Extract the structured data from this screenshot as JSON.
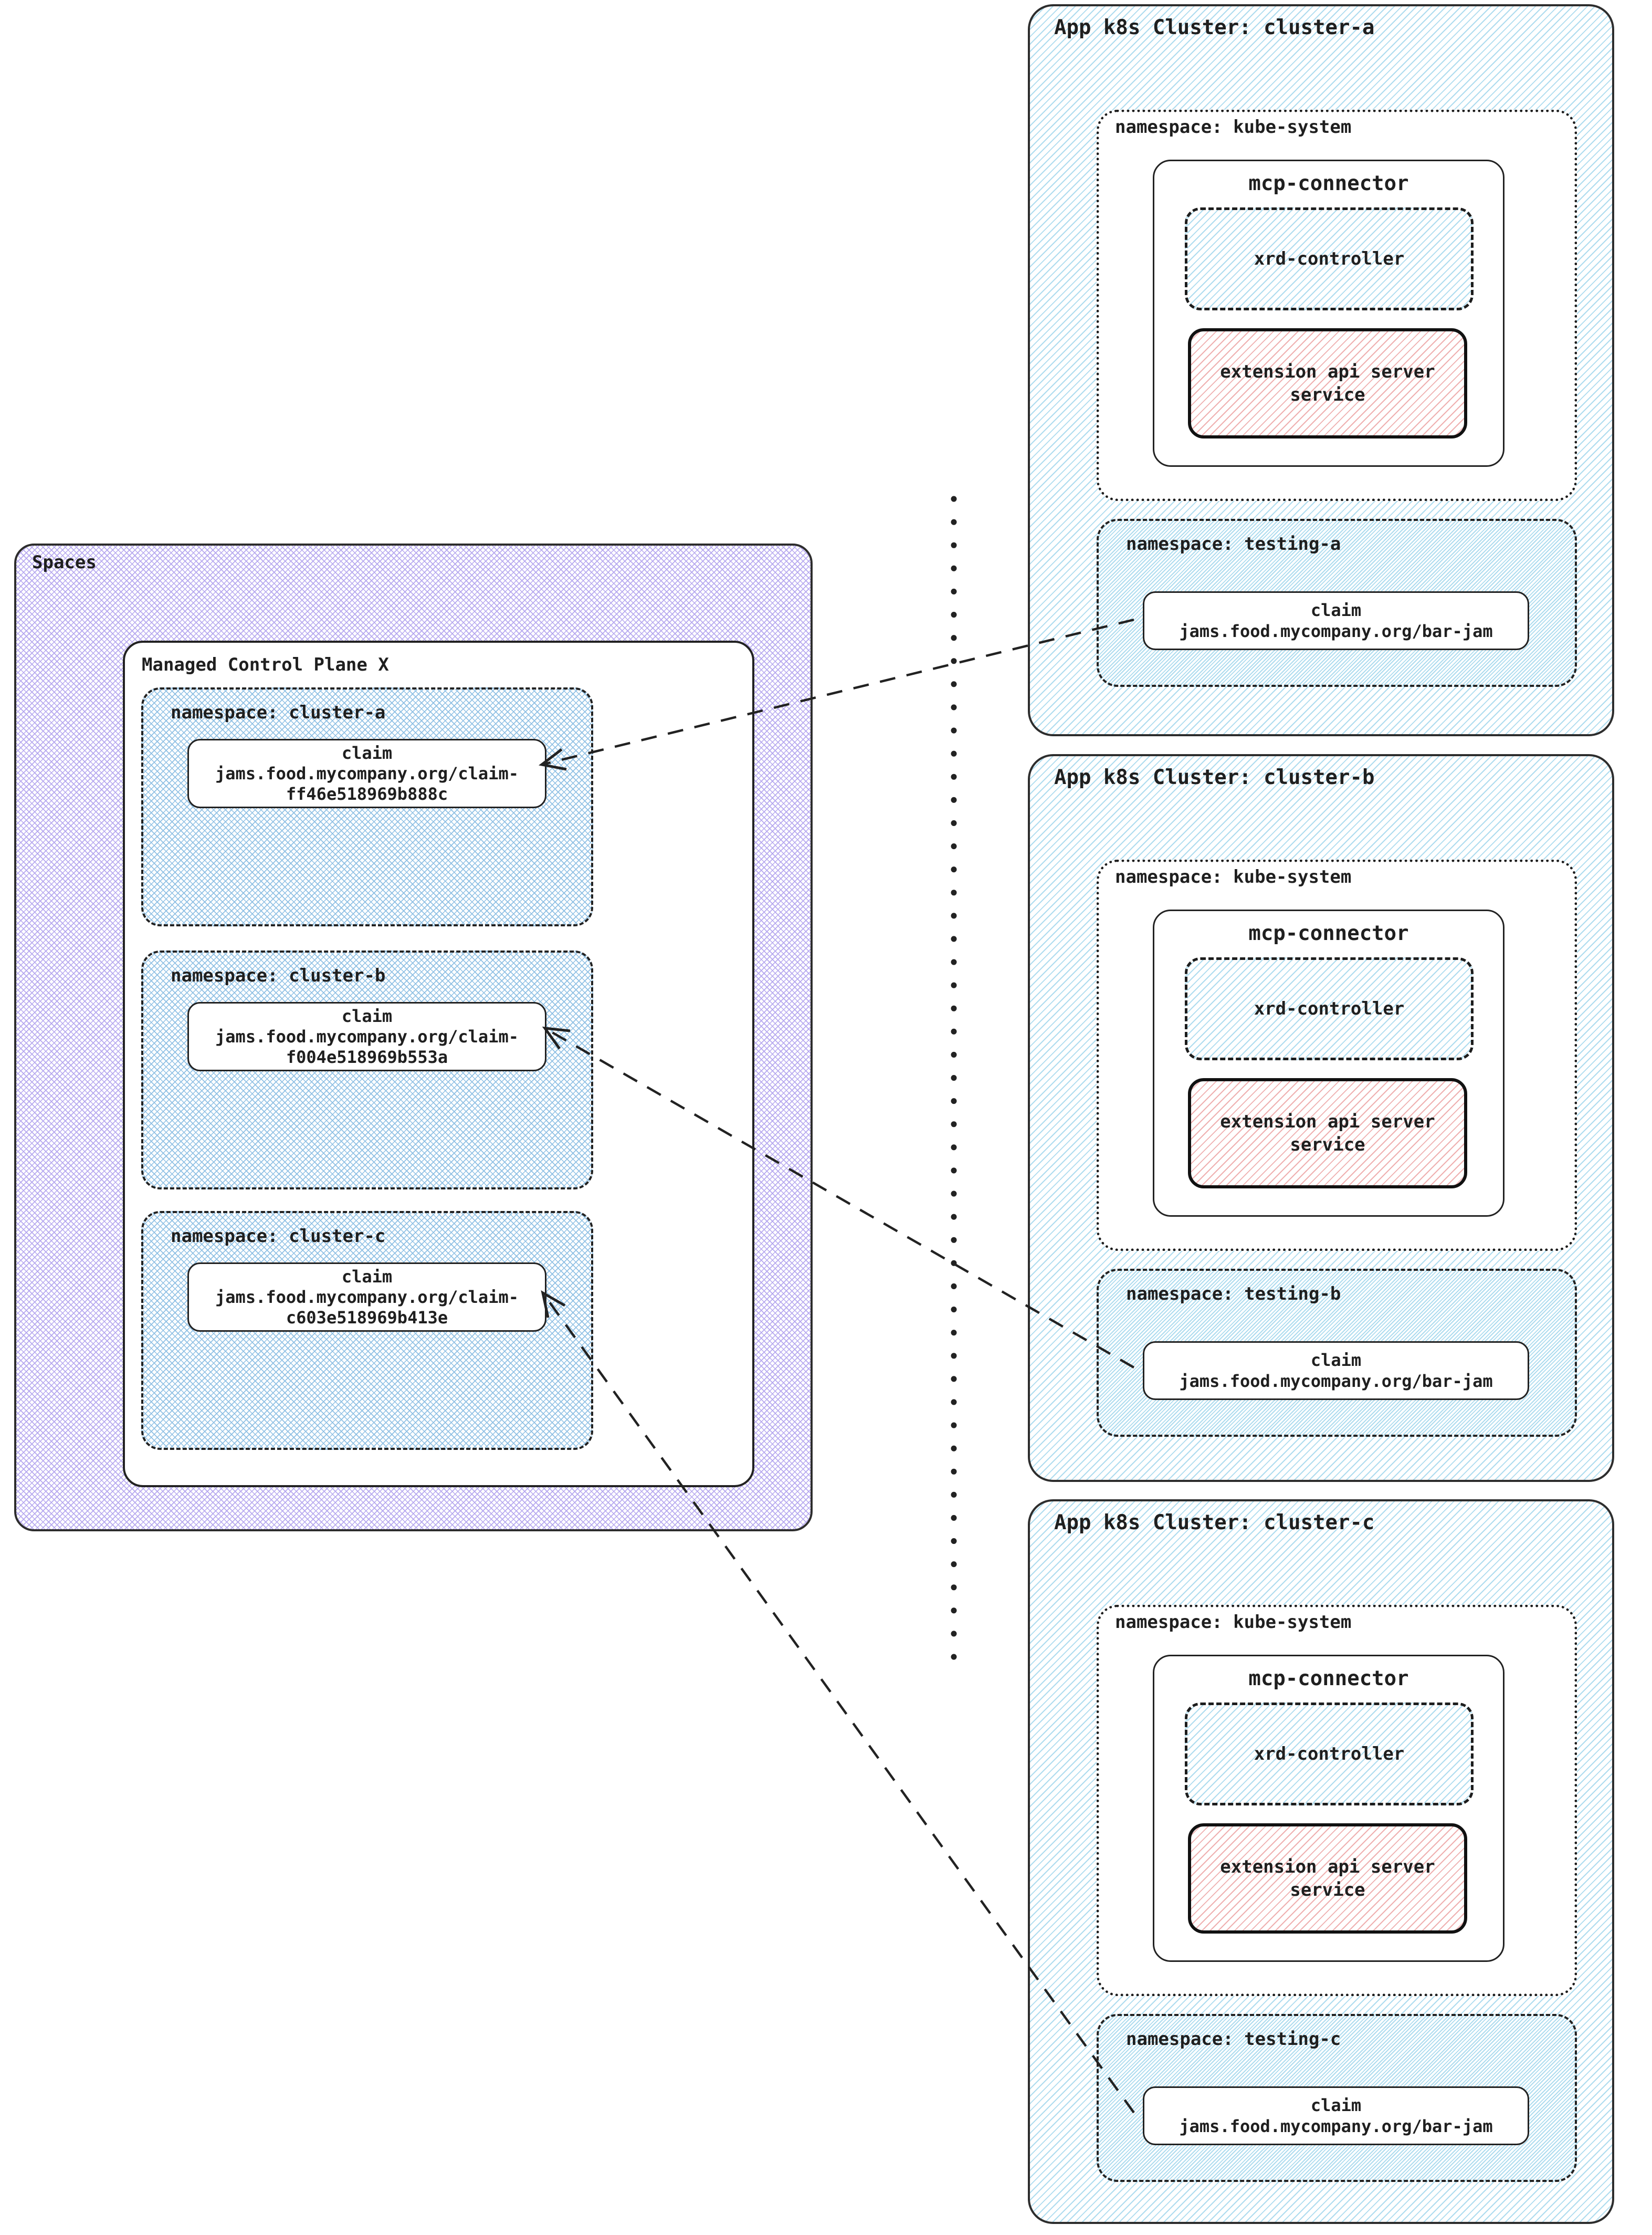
{
  "colors": {
    "ink": "#1f1f1f",
    "cluster_hatch": "#aedcef",
    "namespace_hatch": "#8fc0e4",
    "spaces_hatch": "#b6a8ef",
    "extension_hatch": "#efb0b0"
  },
  "spaces": {
    "label": "Spaces",
    "control_plane": {
      "title": "Managed Control Plane X",
      "namespaces": [
        {
          "label": "namespace: cluster-a",
          "claim": {
            "lines": [
              "claim",
              "jams.food.mycompany.org/claim-",
              "ff46e518969b888c"
            ]
          }
        },
        {
          "label": "namespace: cluster-b",
          "claim": {
            "lines": [
              "claim",
              "jams.food.mycompany.org/claim-",
              "f004e518969b553a"
            ]
          }
        },
        {
          "label": "namespace: cluster-c",
          "claim": {
            "lines": [
              "claim",
              "jams.food.mycompany.org/claim-",
              "c603e518969b413e"
            ]
          }
        }
      ]
    }
  },
  "clusters": [
    {
      "title": "App k8s Cluster: cluster-a",
      "kube_system": {
        "label": "namespace: kube-system",
        "mcp_connector": {
          "title": "mcp-connector",
          "xrd_controller": "xrd-controller",
          "extension_api": "extension api server service"
        }
      },
      "testing": {
        "label": "namespace: testing-a",
        "claim": {
          "lines": [
            "claim",
            "jams.food.mycompany.org/bar-jam"
          ]
        }
      }
    },
    {
      "title": "App k8s Cluster: cluster-b",
      "kube_system": {
        "label": "namespace: kube-system",
        "mcp_connector": {
          "title": "mcp-connector",
          "xrd_controller": "xrd-controller",
          "extension_api": "extension api server service"
        }
      },
      "testing": {
        "label": "namespace: testing-b",
        "claim": {
          "lines": [
            "claim",
            "jams.food.mycompany.org/bar-jam"
          ]
        }
      }
    },
    {
      "title": "App k8s Cluster: cluster-c",
      "kube_system": {
        "label": "namespace: kube-system",
        "mcp_connector": {
          "title": "mcp-connector",
          "xrd_controller": "xrd-controller",
          "extension_api": "extension api server service"
        }
      },
      "testing": {
        "label": "namespace: testing-c",
        "claim": {
          "lines": [
            "claim",
            "jams.food.mycompany.org/bar-jam"
          ]
        }
      }
    }
  ]
}
